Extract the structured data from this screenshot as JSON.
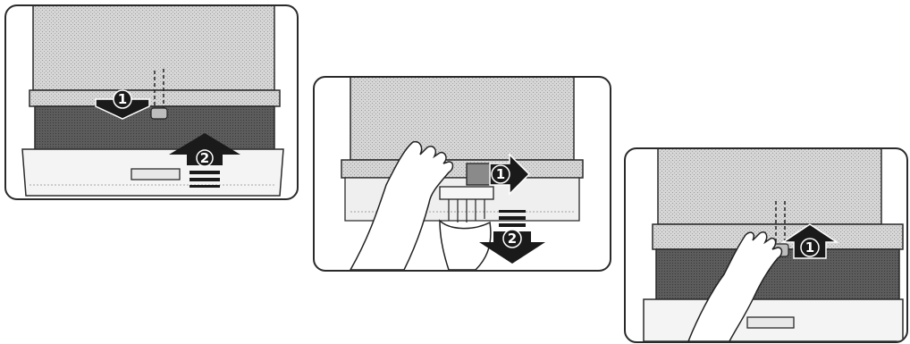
{
  "panels": [
    {
      "id": "step-1",
      "badges": [
        {
          "text": "1",
          "arrow": "down"
        },
        {
          "text": "2",
          "arrow": "up"
        }
      ]
    },
    {
      "id": "step-2",
      "badges": [
        {
          "text": "1",
          "arrow": "right"
        },
        {
          "text": "2",
          "arrow": "down"
        }
      ]
    },
    {
      "id": "step-3",
      "badges": [
        {
          "text": "1",
          "arrow": "up"
        }
      ]
    }
  ],
  "colors": {
    "outline": "#2a2a2a",
    "top_texture": "#cfcfcf",
    "drawer_dark": "#5a5a5a",
    "front_light": "#f2f2f2",
    "arrow": "#1a1a1a"
  }
}
